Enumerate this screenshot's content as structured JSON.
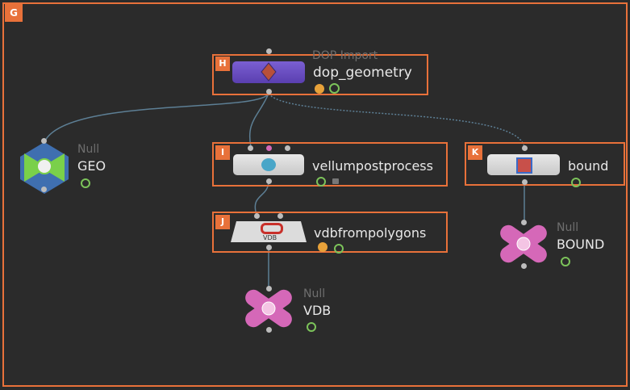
{
  "frames": {
    "g": "G",
    "h": "H",
    "i": "I",
    "j": "J",
    "k": "K"
  },
  "nodes": {
    "dop_geometry": {
      "type": "DOP Import",
      "name": "dop_geometry"
    },
    "geo": {
      "type": "Null",
      "name": "GEO"
    },
    "vellumpostprocess": {
      "name": "vellumpostprocess"
    },
    "bound": {
      "name": "bound"
    },
    "vdbfrompolygons": {
      "name": "vdbfrompolygons",
      "icon_text": "VDB"
    },
    "vdb": {
      "type": "Null",
      "name": "VDB"
    },
    "bound_null": {
      "type": "Null",
      "name": "BOUND"
    }
  },
  "colors": {
    "accent": "#e8713a",
    "background": "#2b2b2b",
    "dop": "#6a4fc0",
    "null_pink": "#d568b8",
    "wire": "#5d7f95"
  }
}
